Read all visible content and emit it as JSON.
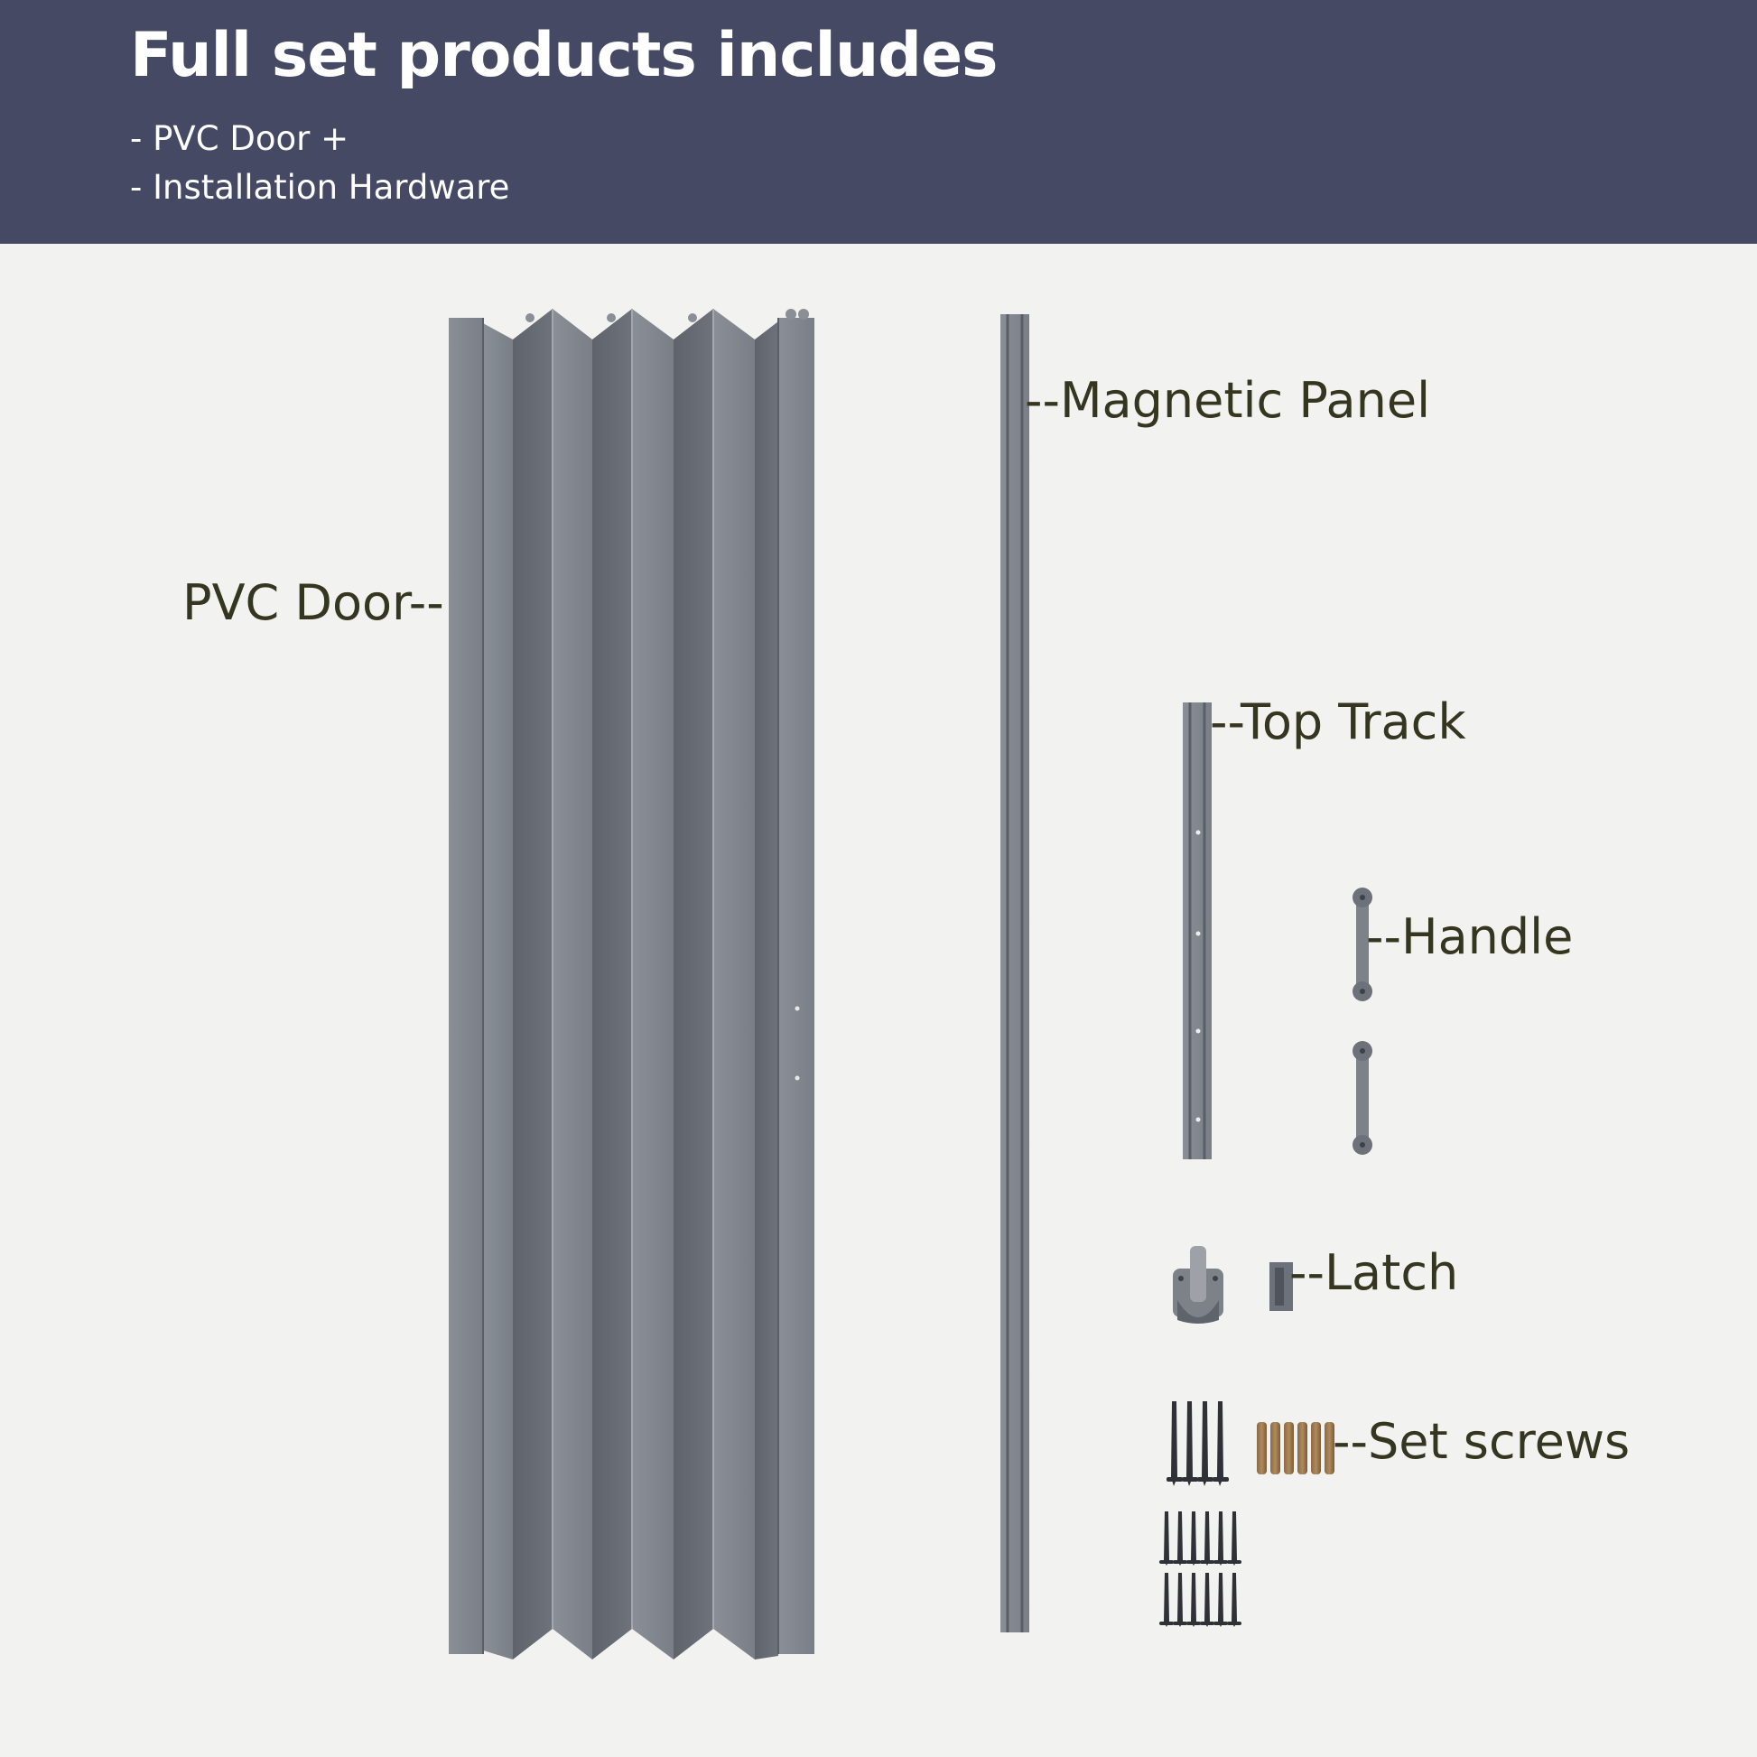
{
  "header": {
    "title": "Full set products includes",
    "items": [
      "- PVC Door +",
      "- Installation Hardware"
    ]
  },
  "labels": {
    "pvc_door": "PVC Door--",
    "magnetic_panel": "--Magnetic Panel",
    "top_track": "--Top Track",
    "handle": "--Handle",
    "latch": "--Latch",
    "set_screws": "--Set screws"
  },
  "colors": {
    "header_bg": "#454964",
    "page_bg": "#f2f2f1",
    "label_text": "#34361f",
    "metal_light": "#838890",
    "metal_dark": "#646870"
  }
}
